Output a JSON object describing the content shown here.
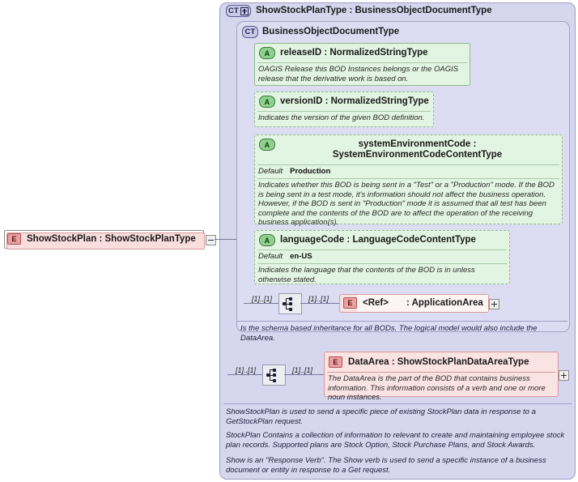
{
  "diagram": {
    "type": "xsd-schema-documentation",
    "root_element": {
      "badge": "E",
      "label": "ShowStockPlan : ShowStockPlanType",
      "toggle": "collapse"
    },
    "complex_type_outer": {
      "badge": "CT",
      "badge_suffix": "plus",
      "label": "ShowStockPlanType : BusinessObjectDocumentType"
    },
    "complex_type_inner": {
      "badge": "CT",
      "label": "BusinessObjectDocumentType",
      "documentation": "Is the schema based inheritance for all BODs. The logical model would also include the DataArea."
    },
    "attributes": [
      {
        "badge": "A",
        "name": "releaseID : NormalizedStringType",
        "required": true,
        "documentation": "OAGIS Release this BOD Instances belongs or the OAGIS release that the derivative work is based on."
      },
      {
        "badge": "A",
        "name": "versionID : NormalizedStringType",
        "required": false,
        "documentation": "Indicates the version of the given BOD definition."
      },
      {
        "badge": "A",
        "name": "systemEnvironmentCode : SystemEnvironmentCodeContentType",
        "required": false,
        "default_label": "Default",
        "default_value": "Production",
        "documentation": "Indicates whether this BOD is being sent in a \"Test\" or a \"Production\" mode. If the BOD is being sent in a test mode, it's information should not affect the business operation. However, if the BOD is sent in \"Production\" mode it is assumed that all test has been complete and the contents of the BOD are to affect the operation of the receiving business application(s)."
      },
      {
        "badge": "A",
        "name": "languageCode : LanguageCodeContentType",
        "required": false,
        "default_label": "Default",
        "default_value": "en-US",
        "documentation": "Indicates the language that the contents of the BOD is in unless otherwise stated."
      }
    ],
    "particles": [
      {
        "compositor": "sequence",
        "cardinality_left": "[1]..[1]",
        "cardinality_right": "[1]..[1]",
        "element": {
          "badge": "E",
          "label_ref": "<Ref>",
          "label_type": ": ApplicationArea",
          "toggle": "expand"
        }
      },
      {
        "compositor": "sequence",
        "cardinality_left": "[1]..[1]",
        "cardinality_right": "[1]..[1]",
        "element": {
          "badge": "E",
          "label": "DataArea : ShowStockPlanDataAreaType",
          "toggle": "expand",
          "documentation": "The DataArea is the part of the BOD that contains business information. This information consists of a verb and one or more noun instances."
        }
      }
    ],
    "bottom_documentation": [
      "ShowStockPlan is used to send a specific piece of existing StockPlan data in response to a GetStockPlan request.",
      "StockPlan  Contains a collection of information to relevant to create and maintaining employee stock plan records. Supported plans are Stock Option, Stock Purchase Plans, and Stock Awards.",
      "Show is an \"Response Verb\". The Show verb is used to send a specific instance of a business document or entity in response to a Get request."
    ]
  },
  "colors": {
    "container_fill": "#d6d6ef",
    "container_fill_inner": "#dcdcf2",
    "attribute_fill": "#e2f4e2",
    "attribute_border": "#8dbb8d",
    "element_fill": "#fae3e3",
    "element_border": "#d79a9a",
    "badge_ct": "#c9c9e8",
    "badge_a": "#8fd08f",
    "badge_e": "#e9a0a0",
    "line": "#7a7a9a"
  }
}
